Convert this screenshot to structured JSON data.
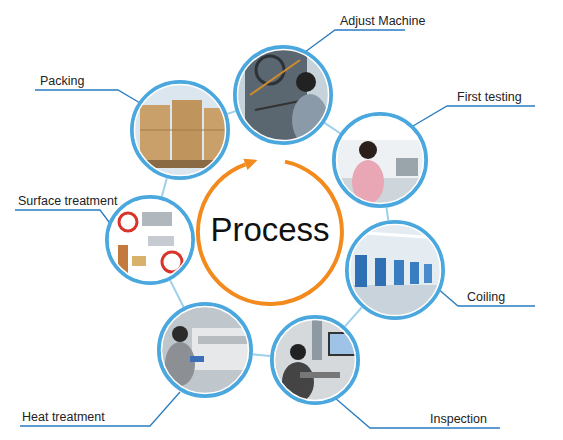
{
  "diagram": {
    "nodes": [
      {
        "text": [
          "Adjust Machine"
        ]
      },
      {
        "text": [
          "First testing"
        ]
      },
      {
        "text": [
          "Coiling"
        ]
      },
      {
        "text": [
          "Inspection"
        ]
      },
      {
        "text": [
          "Heat treatment"
        ]
      },
      {
        "text": [
          "Surface treatment"
        ]
      },
      {
        "text": [
          "Packing"
        ]
      }
    ],
    "edges": [
      {
        "from": 0,
        "to": 1,
        "arrow": "none"
      },
      {
        "from": 1,
        "to": 2,
        "arrow": "none"
      },
      {
        "from": 2,
        "to": 3,
        "arrow": "none"
      },
      {
        "from": 3,
        "to": 4,
        "arrow": "none"
      },
      {
        "from": 4,
        "to": 5,
        "arrow": "none"
      },
      {
        "from": 5,
        "to": 6,
        "arrow": "none"
      },
      {
        "from": 6,
        "to": 0,
        "arrow": "none"
      }
    ],
    "labels": [
      "Process"
    ]
  }
}
